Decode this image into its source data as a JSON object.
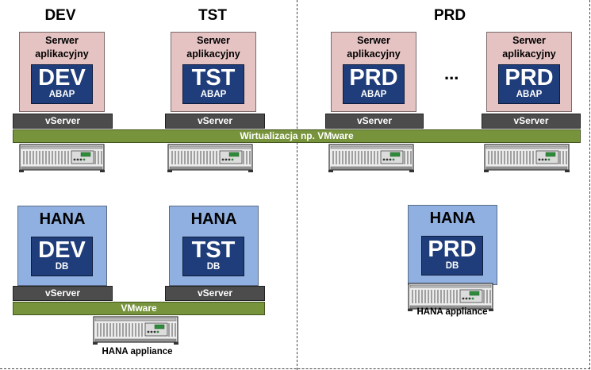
{
  "environments": {
    "dev": "DEV",
    "tst": "TST",
    "prd": "PRD"
  },
  "app_server_title": "Serwer aplikacyjny",
  "abap_label": "ABAP",
  "db_label": "DB",
  "hana_title": "HANA",
  "vserver_label": "vServer",
  "virtualization_label": "Wirtualizacja np. VMware",
  "vmware_label": "VMware",
  "hana_appliance_label": "HANA appliance",
  "ellipsis": "...",
  "systems": {
    "dev": "DEV",
    "tst": "TST",
    "prd": "PRD"
  },
  "colors": {
    "app_server_bg": "#e6c3c3",
    "hana_bg": "#8fb0e0",
    "system_bg": "#1f3d7a",
    "vserver_bg": "#4c4c4c",
    "virtualization_bg": "#77933c"
  }
}
